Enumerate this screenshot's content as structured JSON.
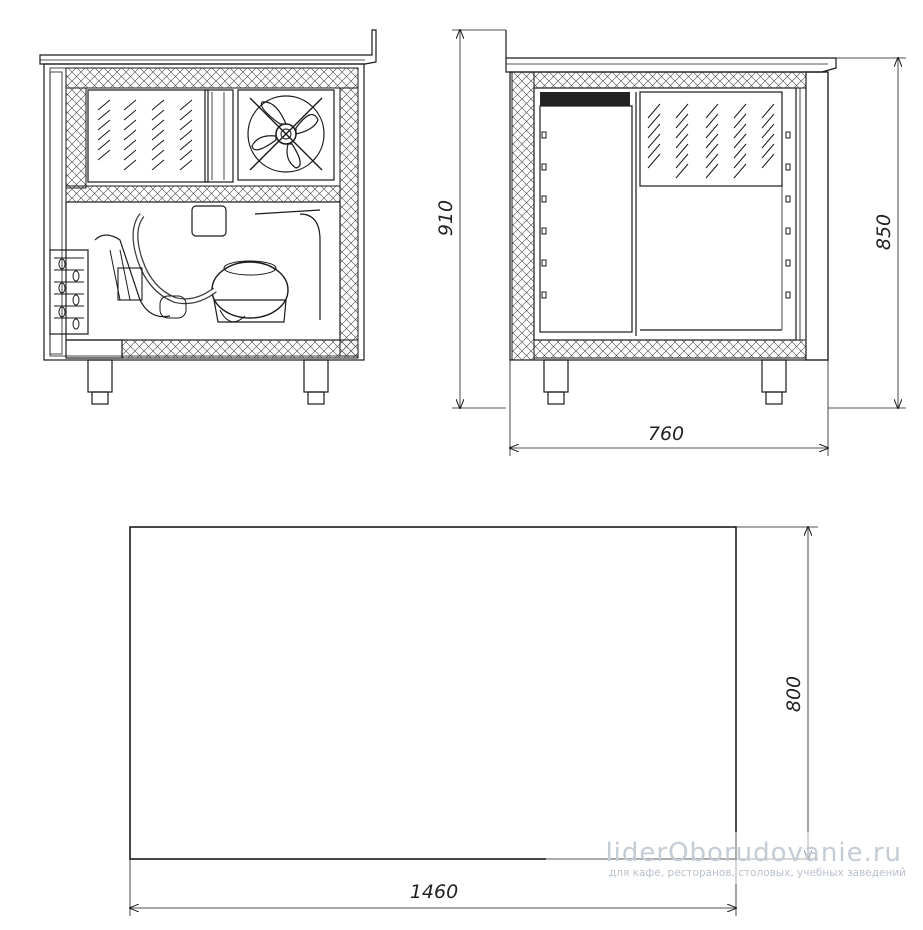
{
  "dimensions": {
    "side_height": "910",
    "front_height": "850",
    "front_width": "760",
    "top_depth": "800",
    "top_width": "1460"
  },
  "watermark": {
    "site": "liderOborudovanie.ru",
    "tagline": "для кафе, ресторанов, столовых, учебных заведений"
  },
  "colors": {
    "line": "#1a1a1a",
    "watermark": "#c4ccd6"
  }
}
